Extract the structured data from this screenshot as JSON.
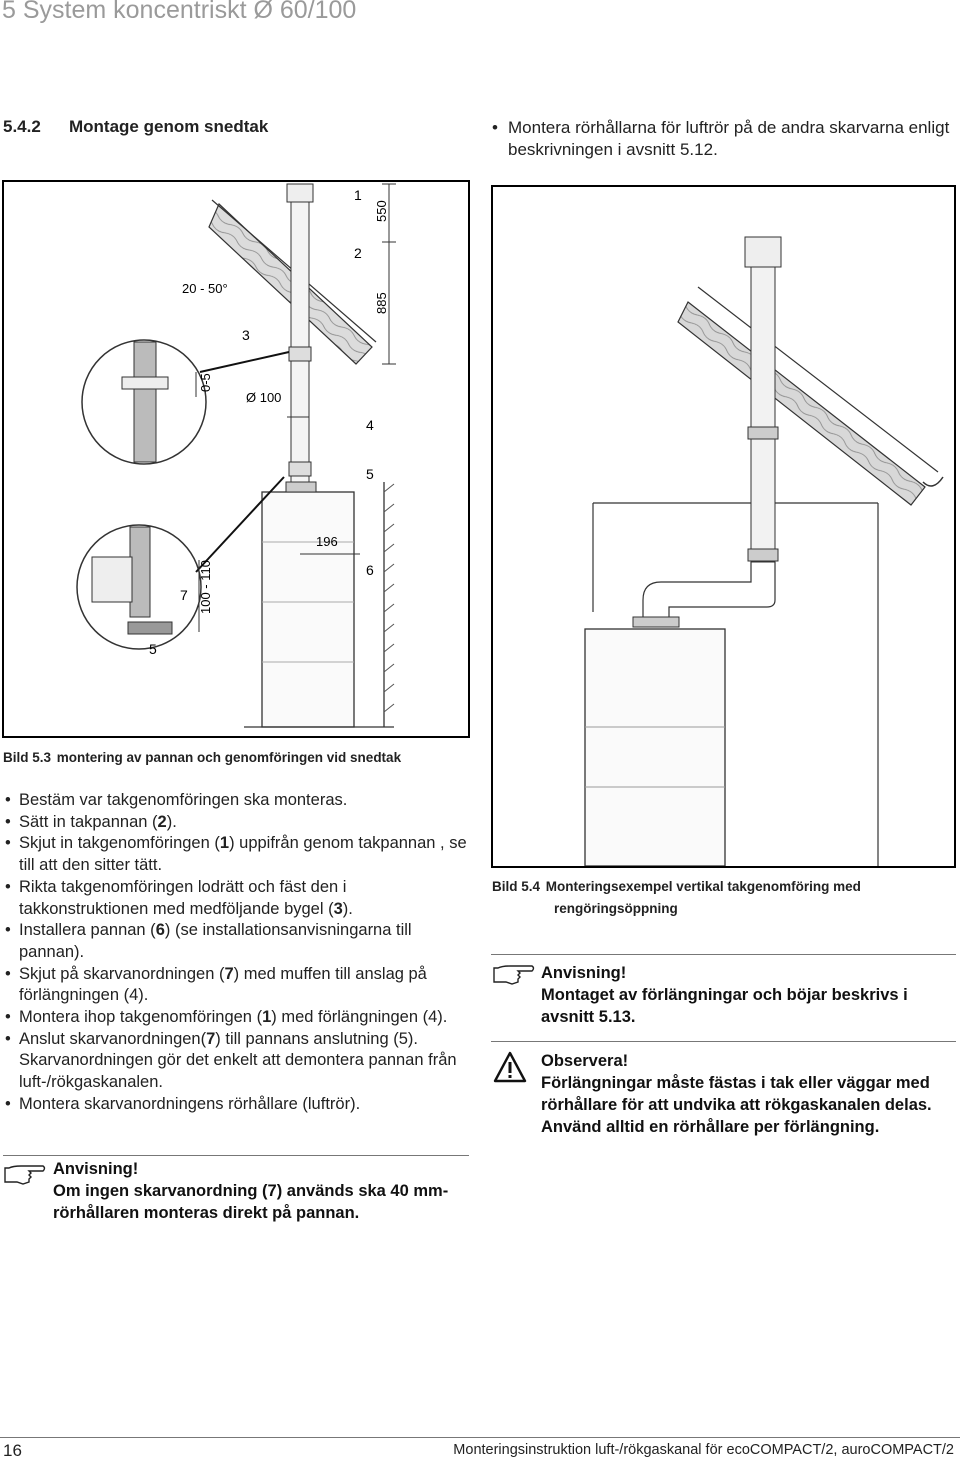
{
  "header": {
    "chapter_title": "5 System koncentriskt Ø 60/100",
    "section_number": "5.4.2",
    "section_title": "Montage genom snedtak"
  },
  "intro": {
    "bullet": "Montera rörhållarna för luftrör på de andra skarvarna enligt beskrivningen i avsnitt 5.12."
  },
  "figure_left": {
    "labels": {
      "l1": "1",
      "l550": "550",
      "l2": "2",
      "l885": "885",
      "angle": "20 - 50°",
      "l3": "3",
      "l05": "0-5",
      "d100": "Ø 100",
      "l4": "4",
      "l5": "5",
      "l196": "196",
      "l6": "6",
      "l7": "7",
      "l100110": "100 - 110",
      "l5b": "5"
    },
    "caption_num": "Bild 5.3",
    "caption_text": "montering av pannan och genomföringen vid snedtak"
  },
  "figure_right": {
    "caption_num": "Bild 5.4",
    "caption_line1": "Monteringsexempel vertikal takgenomföring med",
    "caption_line2": "rengöringsöppning"
  },
  "steps": [
    {
      "a": "Bestäm var takgenomföringen ska monteras.",
      "b": "",
      "c": ""
    },
    {
      "a": "Sätt in takpannan (",
      "b": "2",
      "c": ")."
    },
    {
      "a": "Skjut in takgenomföringen (",
      "b": "1",
      "c": ") uppifrån genom takpannan , se till att den sitter tätt."
    },
    {
      "a": "Rikta takgenomföringen lodrätt och fäst den i takkonstruktionen med medföljande bygel (",
      "b": "3",
      "c": ")."
    },
    {
      "a": "Installera pannan (",
      "b": "6",
      "c": ") (se installationsanvisningarna till pannan)."
    },
    {
      "a": "Skjut på skarvanordningen (",
      "b": "7",
      "c": ") med muffen till anslag på förlängningen (4)."
    },
    {
      "a": "Montera ihop takgenomföringen (",
      "b": "1",
      "c": ") med förlängningen (4)."
    },
    {
      "a": "Anslut skarvanordningen(",
      "b": "7",
      "c": ") till pannans anslutning (5). Skarvanordningen gör det enkelt att demontera pannan från luft-/rökgaskanalen."
    },
    {
      "a": "Montera skarvanordningens rörhållare (luftrör).",
      "b": "",
      "c": ""
    }
  ],
  "note_left": {
    "title": "Anvisning!",
    "text": "Om ingen skarvanordning (7) används ska 40 mm-rörhållaren monteras direkt på pannan."
  },
  "note_right": {
    "title": "Anvisning!",
    "text": "Montaget av förlängningar och böjar beskrivs i avsnitt 5.13."
  },
  "warning": {
    "title": "Observera!",
    "text": "Förlängningar måste fästas i tak eller väggar med rörhållare för att undvika att rökgaskanalen delas. Använd alltid en rörhållare per förlängning."
  },
  "footer": {
    "page_number": "16",
    "text": "Monteringsinstruktion luft-/rökgaskanal för ecoCOMPACT/2, auroCOMPACT/2"
  },
  "icons": [
    "pointing-hand-icon",
    "warning-triangle-icon"
  ]
}
